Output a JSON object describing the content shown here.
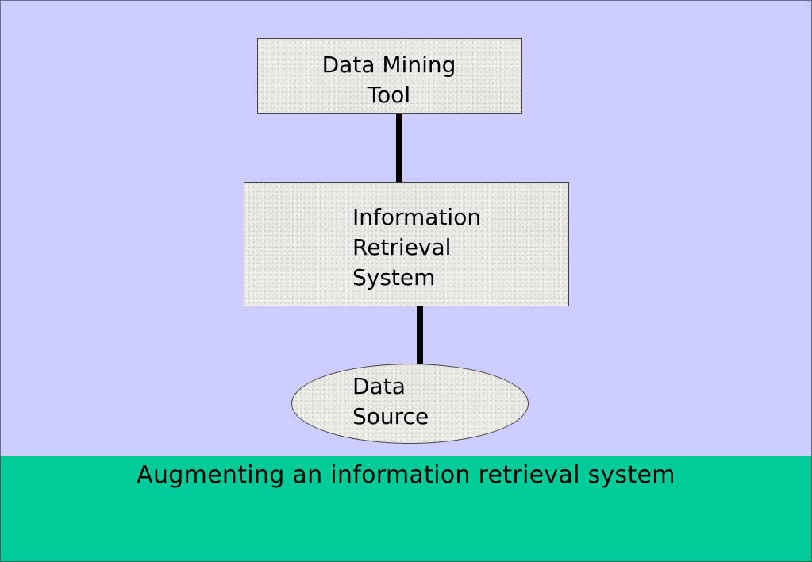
{
  "diagram": {
    "nodes": {
      "data_mining_tool": {
        "lines": [
          "Data Mining",
          "Tool"
        ],
        "shape": "rectangle"
      },
      "information_retrieval_system": {
        "lines": [
          "Information",
          "Retrieval",
          "System"
        ],
        "shape": "rectangle"
      },
      "data_source": {
        "lines": [
          "Data",
          "Source"
        ],
        "shape": "ellipse"
      }
    },
    "edges": [
      {
        "from": "data_mining_tool",
        "to": "information_retrieval_system"
      },
      {
        "from": "information_retrieval_system",
        "to": "data_source"
      }
    ]
  },
  "caption": "Augmenting an information retrieval system",
  "colors": {
    "slide_background": "#ccccff",
    "caption_background": "#00cc99",
    "box_fill": "#ecebe7",
    "connector": "#000000"
  }
}
